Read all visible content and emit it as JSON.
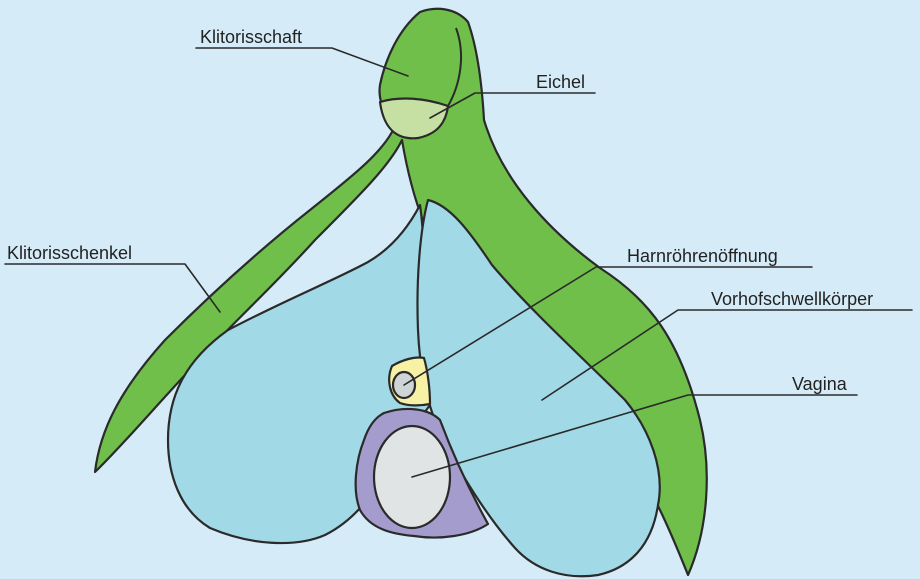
{
  "labels": {
    "klitorisschaft": "Klitorisschaft",
    "eichel": "Eichel",
    "klitorisschenkel": "Klitorisschenkel",
    "harnroehrenoeffnung": "Harnröhrenöffnung",
    "vorhofschwellkoerper": "Vorhofschwellkörper",
    "vagina": "Vagina"
  },
  "colors": {
    "background": "#d5ecf8",
    "clitoris_green": "#6fbf4a",
    "glans_light_green": "#c6e0a4",
    "bulb_blue": "#a2d9e6",
    "urethra_yellow": "#f7f1a6",
    "urethra_opening_gray": "#cfd4d6",
    "vagina_purple": "#a49ccc",
    "vagina_opening_gray": "#e1e4e5",
    "outline": "#2a2a2a"
  }
}
